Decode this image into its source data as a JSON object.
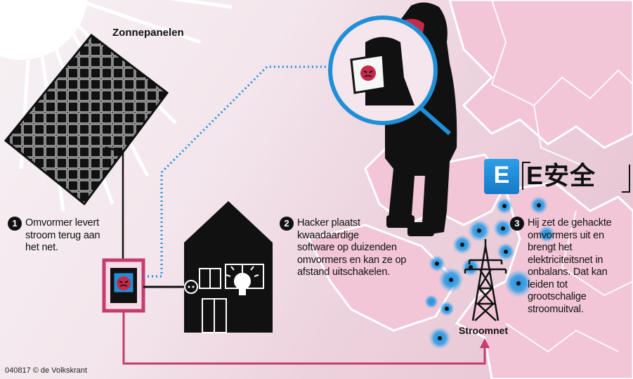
{
  "labels": {
    "solar_panels": "Zonnepanelen",
    "grid": "Stroomnet",
    "credit": "040817 © de Volkskrant"
  },
  "steps": [
    {
      "number": "1",
      "text": [
        "Omvormer levert",
        "stroom terug aan",
        "het net."
      ]
    },
    {
      "number": "2",
      "text": [
        "Hacker plaatst",
        "kwaadaardige",
        "software op duizenden",
        "omvormers en kan ze op",
        "afstand uitschakelen."
      ]
    },
    {
      "number": "3",
      "text": [
        "Hij zet de gehackte",
        "omvormers uit en",
        "brengt het",
        "elektriciteitsnet in",
        "onbalans. Dat kan",
        "leiden tot",
        "grootschalige",
        "stroomuitval."
      ]
    }
  ],
  "watermark": {
    "badge": "E",
    "text": "E安全"
  },
  "colors": {
    "accent_blue": "#1f8fd8",
    "accent_red": "#c6294a",
    "pink_line": "#c43d6e",
    "dark": "#111111"
  },
  "icons": [
    "sun-icon",
    "solar-panel-icon",
    "inverter-icon",
    "house-icon",
    "light-bulb-icon",
    "power-socket-icon",
    "hacker-icon",
    "laptop-icon",
    "transmission-tower-icon",
    "hacked-inverter-dot-icon"
  ]
}
